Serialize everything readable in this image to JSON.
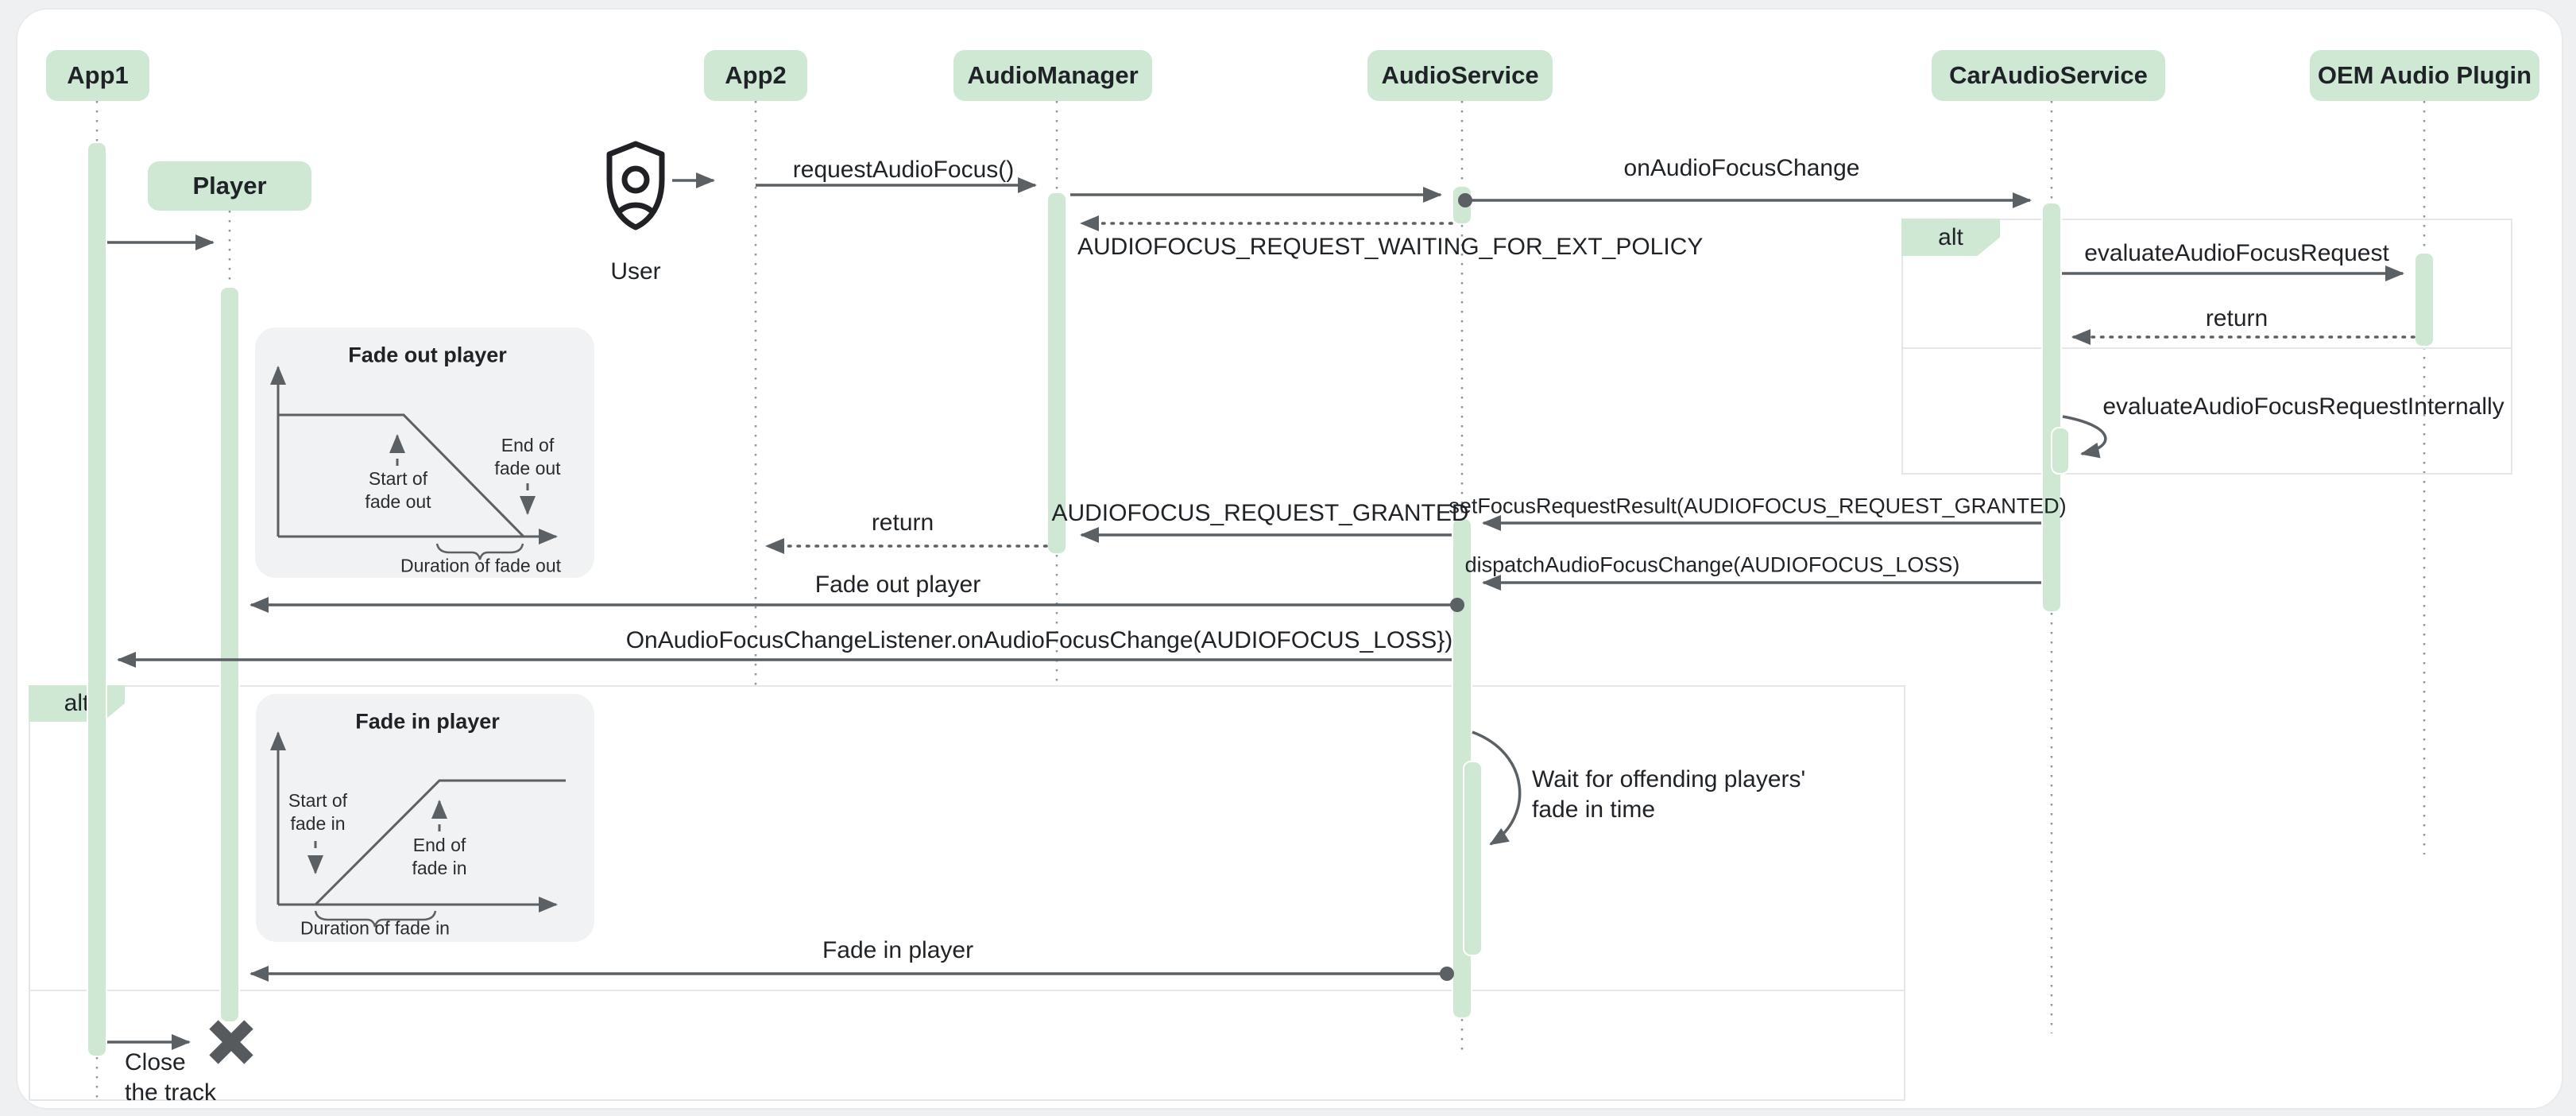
{
  "participants": [
    {
      "id": "app1",
      "label": "App1"
    },
    {
      "id": "player",
      "label": "Player"
    },
    {
      "id": "app2",
      "label": "App2"
    },
    {
      "id": "audiomanager",
      "label": "AudioManager"
    },
    {
      "id": "audioservice",
      "label": "AudioService"
    },
    {
      "id": "caraudioservice",
      "label": "CarAudioService"
    },
    {
      "id": "oem",
      "label": "OEM Audio Plugin"
    }
  ],
  "actor": {
    "label": "User"
  },
  "fragments": {
    "outer": {
      "label": "alt"
    },
    "inner": {
      "label": "alt"
    }
  },
  "messages": {
    "request_audio_focus": "requestAudioFocus()",
    "on_audio_focus_change": "onAudioFocusChange",
    "waiting": "AUDIOFOCUS_REQUEST_WAITING_FOR_EXT_POLICY",
    "evaluate": "evaluateAudioFocusRequest",
    "return_evaluate": "return",
    "evaluate_internally": "evaluateAudioFocusRequestInternally",
    "set_focus_result": "setFocusRequestResult(AUDIOFOCUS_REQUEST_GRANTED)",
    "granted": "AUDIOFOCUS_REQUEST_GRANTED",
    "return_granted": "return",
    "dispatch": "dispatchAudioFocusChange(AUDIOFOCUS_LOSS)",
    "fade_out_player": "Fade out player",
    "listener_callback": "OnAudioFocusChangeListener.onAudioFocusChange(AUDIOFOCUS_LOSS})",
    "fade_in_player": "Fade in player",
    "wait_line1": "Wait for offending players'",
    "wait_line2": "fade in time",
    "close_line1": "Close",
    "close_line2": "the track"
  },
  "insets": {
    "fade_out": {
      "title": "Fade out player",
      "start_l1": "Start of",
      "start_l2": "fade out",
      "end_l1": "End of",
      "end_l2": "fade out",
      "duration": "Duration of fade out"
    },
    "fade_in": {
      "title": "Fade in player",
      "start_l1": "Start of",
      "start_l2": "fade in",
      "end_l1": "End of",
      "end_l2": "fade in",
      "duration": "Duration of fade in"
    }
  },
  "colors": {
    "accent_green": "#cfe8d4",
    "arrow_gray": "#5b6064",
    "text": "#1f2226",
    "panel_gray": "#f0f2f3",
    "frame_border": "#e4e7e9"
  }
}
